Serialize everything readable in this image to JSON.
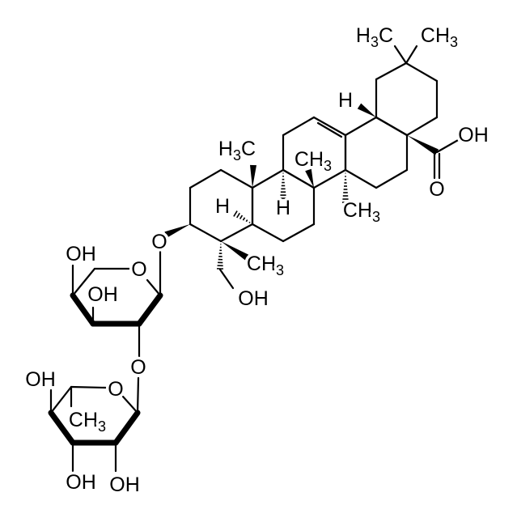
{
  "title": "Triterpenoid saponin structure (oleanane aglycone with disaccharide)",
  "atom_labels": {
    "methyl_left_c20": "H3C",
    "methyl_right_c20": "CH3",
    "h_c18": "H",
    "carboxyl_oh": "OH",
    "carboxyl_o": "O",
    "methyl_c10": "H3C",
    "methyl_c8": "CH3",
    "methyl_c14": "CH3",
    "h_c9": "H",
    "h_c5": "H",
    "glycoside_o": "O",
    "methyl_c4": "CH3",
    "hydroxymethyl_oh": "OH",
    "sugar1_ring_o": "O",
    "sugar1_oh_c4": "OH",
    "sugar1_oh_c3": "OH",
    "interglycosidic_o": "O",
    "sugar2_ring_o": "O",
    "sugar2_oh_c4": "OH",
    "sugar2_methyl": "CH3",
    "sugar2_oh_c3": "OH",
    "sugar2_oh_c2": "OH"
  },
  "colors": {
    "ink": "#000000",
    "background": "#ffffff"
  }
}
